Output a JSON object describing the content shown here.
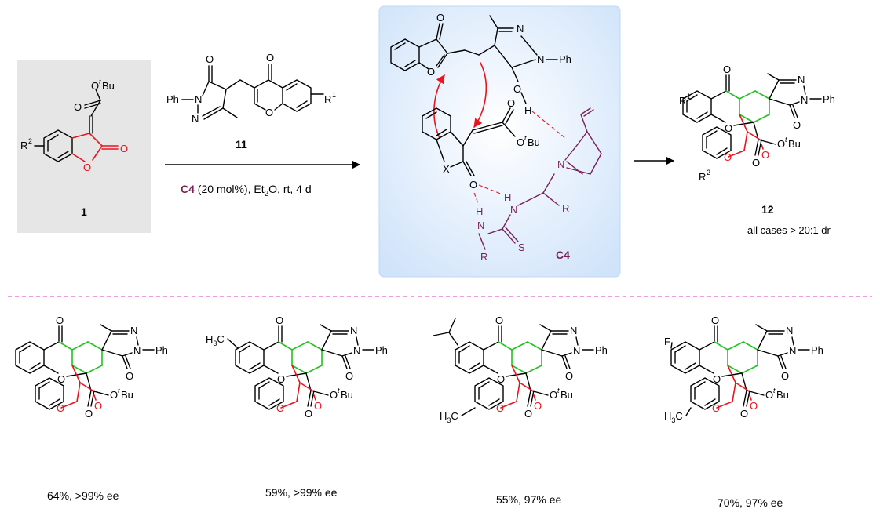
{
  "reaction": {
    "compound_1_label": "1",
    "compound_11_label": "11",
    "catalyst_label": "C4",
    "conditions_rest": " (20 mol%), Et",
    "conditions_sub": "2",
    "conditions_tail": "O, rt, 4 d",
    "product_label": "12",
    "product_note": "all cases > 20:1 dr"
  },
  "atoms": {
    "O": "O",
    "N": "N",
    "H": "H",
    "X": "X",
    "S": "S",
    "R": "R",
    "Ph": "Ph",
    "Ph_left": "Ph",
    "OtBu_pre": "O",
    "t": "t",
    "Bu": "Bu",
    "R1": "R",
    "sup1": "1",
    "R2": "R",
    "sup2": "2",
    "H3C": "H",
    "sub3": "3",
    "C": "C",
    "F": "F"
  },
  "examples": [
    {
      "yield_ee": "64%, >99% ee",
      "substituent_top": "",
      "substituent_bottom": ""
    },
    {
      "yield_ee": "59%, >99% ee",
      "substituent_top": "H3C",
      "substituent_bottom": ""
    },
    {
      "yield_ee": "55%, 97% ee",
      "substituent_top": "iPr",
      "substituent_bottom": "H3C"
    },
    {
      "yield_ee": "70%, 97% ee",
      "substituent_top": "F",
      "substituent_bottom": "H3C"
    }
  ],
  "colors": {
    "highlight_red": "#e8141e",
    "new_bond_green": "#1fc41f",
    "catalyst_purple": "#7a1f55",
    "box_grey": "#e6e6e6",
    "ts_box_blue": "#d6e8fb",
    "divider_pink": "#e060d0"
  }
}
